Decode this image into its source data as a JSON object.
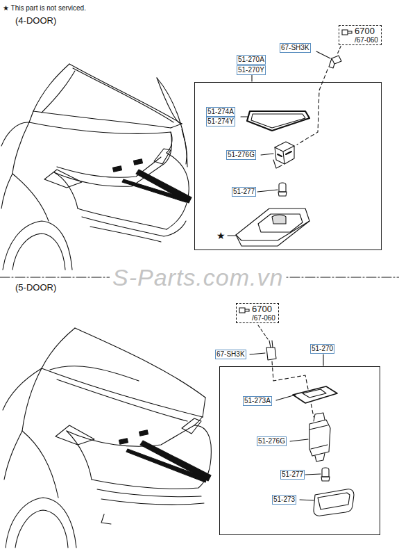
{
  "diagram": {
    "nodes": [
      {
        "text": [
          "6700",
          "/67-060"
        ]
      },
      {
        "text": [
          "51-270A",
          "51-270Y"
        ]
      },
      {
        "text": [
          "6700",
          "/67-060"
        ]
      },
      {
        "text": [
          "51-270"
        ]
      }
    ],
    "labels": [
      "★ This part is not serviced.",
      "(4-DOOR)",
      "67-SH3K",
      "51-274A",
      "51-274Y",
      "51-276G",
      "51-277",
      "★",
      "S-Parts.com.vn",
      "(5-DOOR)",
      "67-SH3K",
      "51-273A",
      "51-276G",
      "51-277",
      "51-273"
    ]
  }
}
